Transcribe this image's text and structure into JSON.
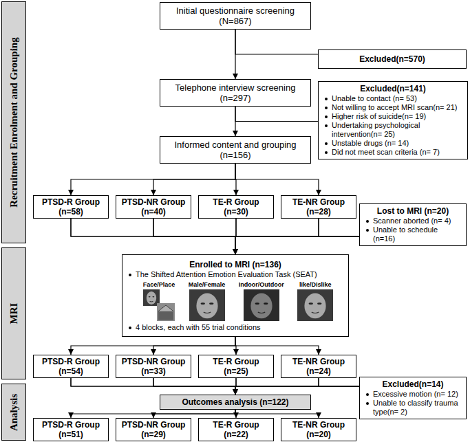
{
  "diagram": {
    "nodes": [
      {
        "text": [
          "Recruitment Enrolment and Grouping"
        ]
      },
      {
        "text": [
          "Initial questionnaire screening (N=867)"
        ]
      },
      {
        "text": [
          "Excluded(n=570)"
        ]
      },
      {
        "text": [
          "Telephone interview screening (n=297)"
        ]
      },
      {
        "text": [
          "Excluded(n=141)",
          "Unable to contact (n= 53)",
          "Not willing to accept MRI scan(n= 21)",
          "Higher risk of suicide(n= 19)",
          "Undertaking psychological intervention(n= 25)",
          "Unstable drugs (n= 14)",
          "Did not meet scan criteria (n= 7)"
        ]
      },
      {
        "text": [
          "Informed content and grouping (n=156)"
        ]
      },
      {
        "text": [
          "PTSD-R Group (n=58)"
        ]
      },
      {
        "text": [
          "PTSD-NR Group (n=40)"
        ]
      },
      {
        "text": [
          "TE-R Group (n=30)"
        ]
      },
      {
        "text": [
          "TE-NR Group (n=28)"
        ]
      },
      {
        "text": [
          "MRI"
        ]
      },
      {
        "text": [
          "Lost to MRI (n=20)",
          "Scanner aborted (n= 4)",
          "Unable to schedule (n=16)"
        ]
      },
      {
        "text": [
          "Enrolled to MRI (n=136)",
          "The Shifted Attention Emotion Evaluation Task (SEAT)",
          "Face/Place",
          "Male/Female",
          "Indoor/Outdoor",
          "like/Dislike",
          "4 blocks, each with 55 trial conditions"
        ]
      },
      {
        "text": [
          "PTSD-R Group (n=54)"
        ]
      },
      {
        "text": [
          "PTSD-NR Group (n=33)"
        ]
      },
      {
        "text": [
          "TE-R Group (n=25)"
        ]
      },
      {
        "text": [
          "TE-NR Group (n=24)"
        ]
      },
      {
        "text": [
          "Analysis"
        ]
      },
      {
        "text": [
          "Excluded(n=14)",
          "Excessive motion (n= 12)",
          "Unable to classify trauma type(n= 2)"
        ]
      },
      {
        "text": [
          "Outcomes analysis (n=122)"
        ]
      },
      {
        "text": [
          "PTSD-R Group (n=51)"
        ]
      },
      {
        "text": [
          "PTSD-NR Group (n=29)"
        ]
      },
      {
        "text": [
          "TE-R Group (n=22)"
        ]
      },
      {
        "text": [
          "TE-NR Group (n=20)"
        ]
      }
    ],
    "edges": [
      {
        "from": 1,
        "to": 3,
        "arrow": "to"
      },
      {
        "from": 1,
        "to": 2,
        "arrow": "none"
      },
      {
        "from": 3,
        "to": 5,
        "arrow": "to"
      },
      {
        "from": 3,
        "to": 4,
        "arrow": "none"
      },
      {
        "from": 5,
        "to": 6,
        "arrow": "to"
      },
      {
        "from": 5,
        "to": 7,
        "arrow": "to"
      },
      {
        "from": 5,
        "to": 8,
        "arrow": "to"
      },
      {
        "from": 5,
        "to": 9,
        "arrow": "to"
      },
      {
        "from": 6,
        "to": 12,
        "arrow": "to"
      },
      {
        "from": 7,
        "to": 12,
        "arrow": "to"
      },
      {
        "from": 8,
        "to": 12,
        "arrow": "to"
      },
      {
        "from": 9,
        "to": 12,
        "arrow": "to"
      },
      {
        "from": 6,
        "to": 11,
        "arrow": "none"
      },
      {
        "from": 7,
        "to": 11,
        "arrow": "none"
      },
      {
        "from": 8,
        "to": 11,
        "arrow": "none"
      },
      {
        "from": 9,
        "to": 11,
        "arrow": "none"
      },
      {
        "from": 12,
        "to": 13,
        "arrow": "to"
      },
      {
        "from": 12,
        "to": 14,
        "arrow": "to"
      },
      {
        "from": 12,
        "to": 15,
        "arrow": "to"
      },
      {
        "from": 12,
        "to": 16,
        "arrow": "to"
      },
      {
        "from": 13,
        "to": 19,
        "arrow": "to"
      },
      {
        "from": 14,
        "to": 19,
        "arrow": "to"
      },
      {
        "from": 15,
        "to": 19,
        "arrow": "to"
      },
      {
        "from": 16,
        "to": 19,
        "arrow": "to"
      },
      {
        "from": 13,
        "to": 18,
        "arrow": "none"
      },
      {
        "from": 14,
        "to": 18,
        "arrow": "none"
      },
      {
        "from": 15,
        "to": 18,
        "arrow": "none"
      },
      {
        "from": 16,
        "to": 18,
        "arrow": "none"
      },
      {
        "from": 19,
        "to": 20,
        "arrow": "to"
      },
      {
        "from": 19,
        "to": 21,
        "arrow": "to"
      },
      {
        "from": 19,
        "to": 22,
        "arrow": "to"
      },
      {
        "from": 19,
        "to": 23,
        "arrow": "to"
      }
    ]
  }
}
